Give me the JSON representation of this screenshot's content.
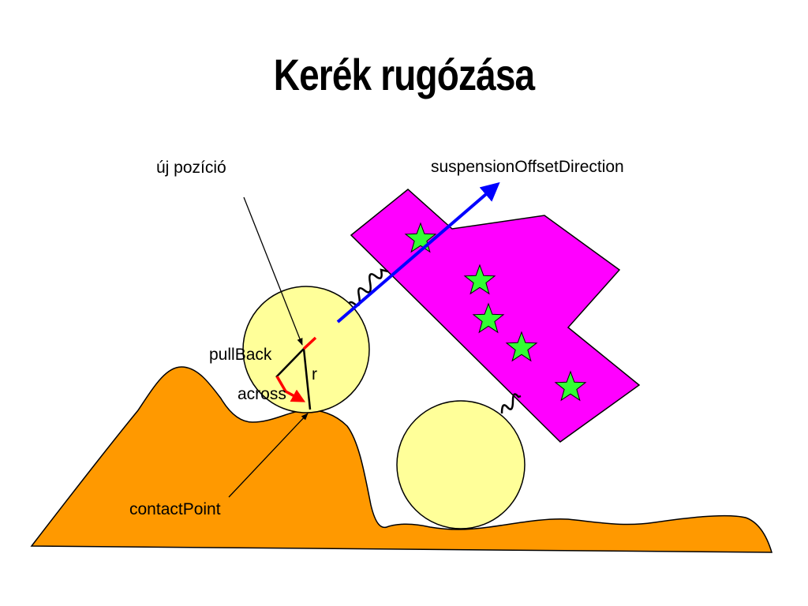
{
  "slide": {
    "title": "Kerék rugózása"
  },
  "labels": {
    "new_position": "új pozíció",
    "suspension_offset_direction": "suspensionOffsetDirection",
    "pull_back": "pullBack",
    "radius": "r",
    "across": "across",
    "contact_point": "contactPoint"
  },
  "colors": {
    "terrain": "#FF9900",
    "car_body": "#FF00FF",
    "wheel": "#FFFF99",
    "star": "#33FF33",
    "direction_arrow": "#0000FF",
    "pullback_vector": "#FF0000",
    "outline": "#000000"
  }
}
